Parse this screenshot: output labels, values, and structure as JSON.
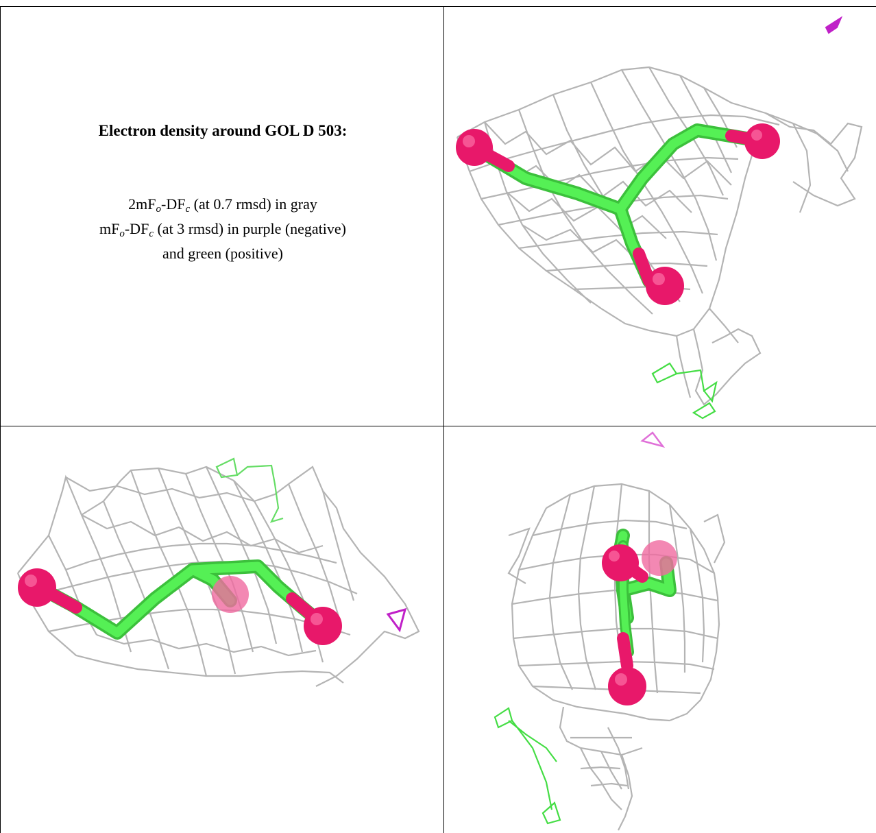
{
  "legend": {
    "title": "Electron density around GOL D 503:",
    "line1": {
      "a": "2mF",
      "o": "o",
      "b": "-DF",
      "c": "c",
      "rest": " (at 0.7 rmsd) in gray"
    },
    "line2": {
      "a": "mF",
      "o": "o",
      "b": "-DF",
      "c": "c",
      "rest": " (at 3 rmsd) in purple (negative)"
    },
    "line3": "and green (positive)"
  },
  "colors": {
    "mesh": "#b4b4b4",
    "carbon": "#44ee44",
    "oxygen": "#e8186a",
    "negative": "#c020c8",
    "positive": "#44dd44",
    "border": "#000000"
  },
  "panels": [
    "view-1",
    "view-2",
    "view-3"
  ]
}
